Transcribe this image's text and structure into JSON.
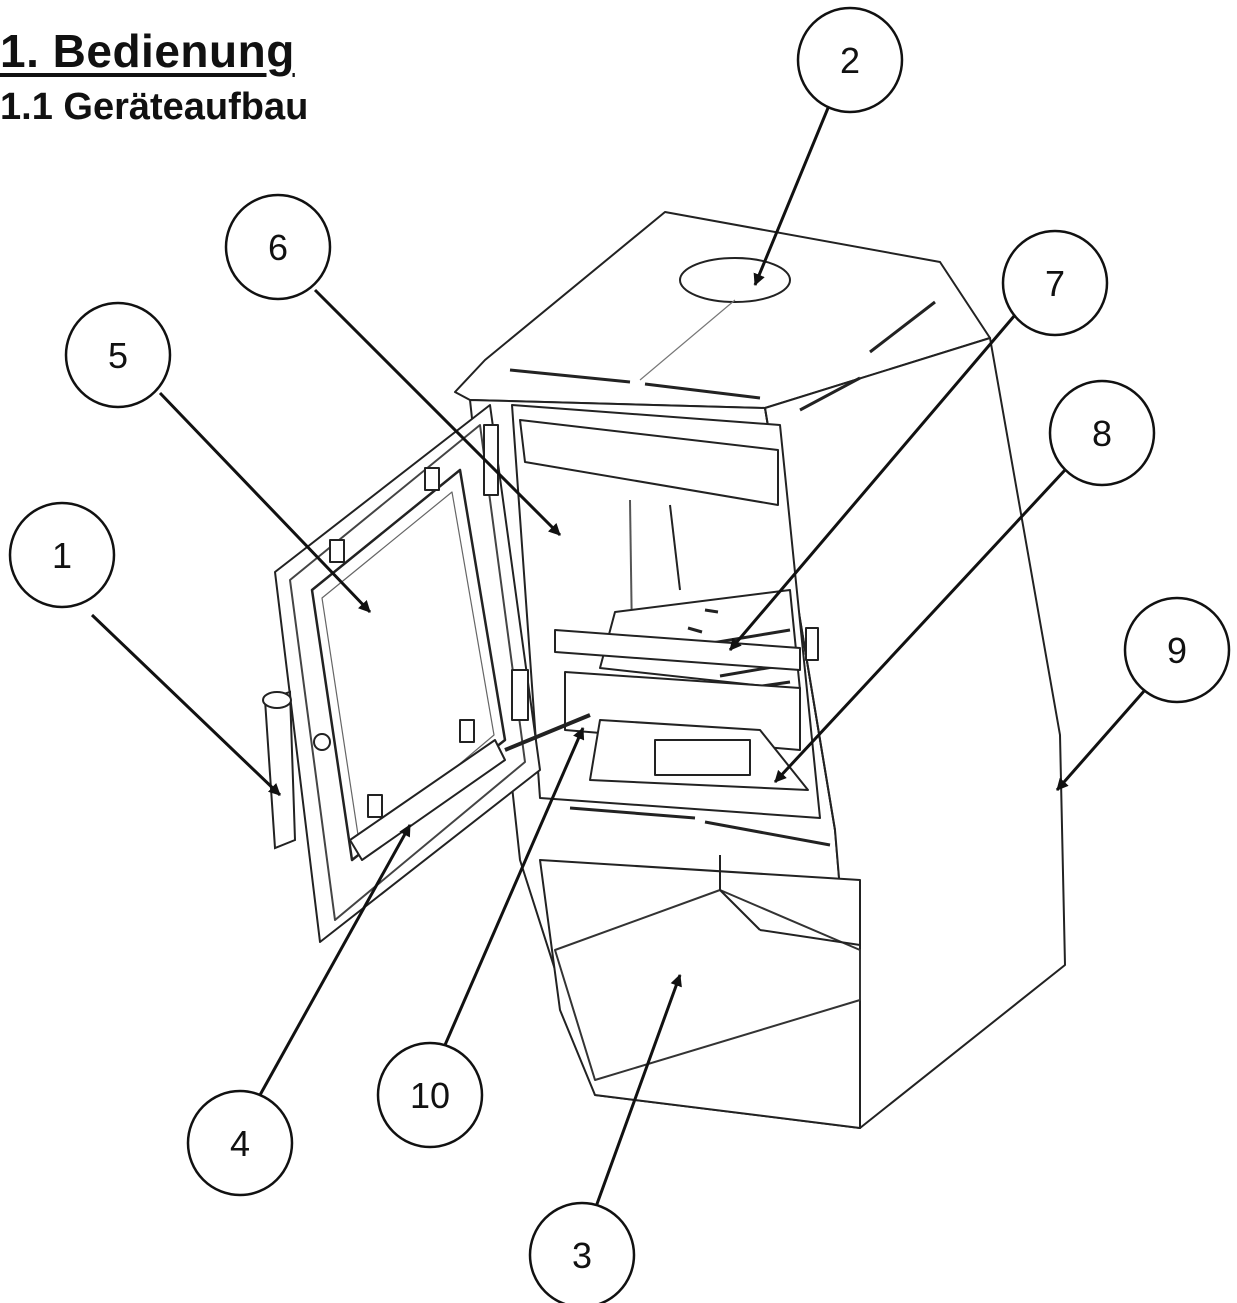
{
  "heading": "1. Bedienung",
  "subheading": "1.1 Geräteaufbau",
  "callouts": [
    {
      "id": "1",
      "label": "1"
    },
    {
      "id": "2",
      "label": "2"
    },
    {
      "id": "3",
      "label": "3"
    },
    {
      "id": "4",
      "label": "4"
    },
    {
      "id": "5",
      "label": "5"
    },
    {
      "id": "6",
      "label": "6"
    },
    {
      "id": "7",
      "label": "7"
    },
    {
      "id": "8",
      "label": "8"
    },
    {
      "id": "9",
      "label": "9"
    },
    {
      "id": "10",
      "label": "10"
    }
  ]
}
